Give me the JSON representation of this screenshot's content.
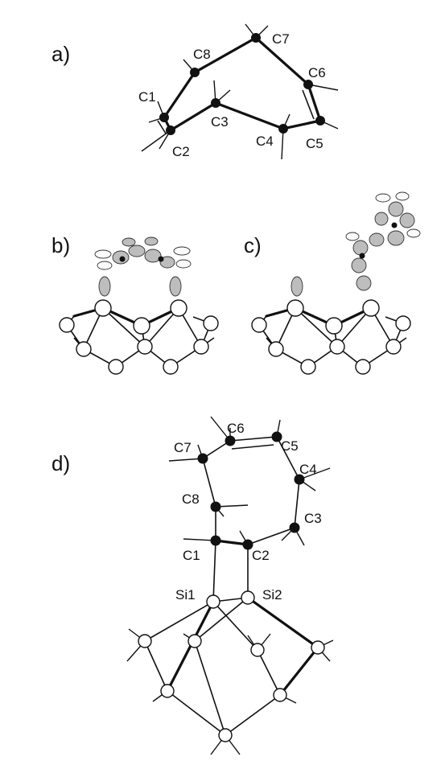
{
  "panels": {
    "a": {
      "label": "a)",
      "atoms": [
        "C1",
        "C2",
        "C3",
        "C4",
        "C5",
        "C6",
        "C7",
        "C8"
      ]
    },
    "b": {
      "label": "b)"
    },
    "c": {
      "label": "c)"
    },
    "d": {
      "label": "d)",
      "atoms": [
        "C1",
        "C2",
        "C3",
        "C4",
        "C5",
        "C6",
        "C7",
        "C8",
        "Si1",
        "Si2"
      ]
    }
  },
  "colors": {
    "ink": "#111111",
    "background": "#ffffff",
    "orbital_shade": "#bdbdbd"
  }
}
